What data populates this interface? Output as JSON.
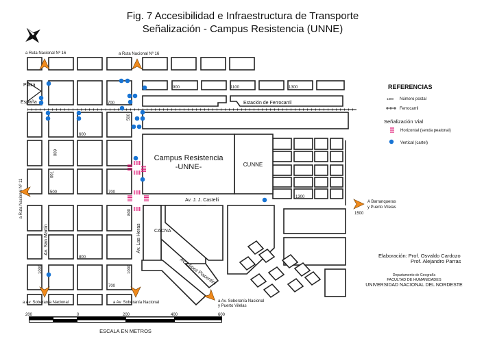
{
  "title": {
    "line1": "Fig. 7  Accesibilidad e Infraestructura de Transporte",
    "line2": "Señalización - Campus Resistencia (UNNE)"
  },
  "map": {
    "places": {
      "campus_line1": "Campus Resistencia",
      "campus_line2": "-UNNE-",
      "cunne": "CUNNE",
      "cacna": "CACNA",
      "station": "Estación de Ferrocarril",
      "plaza_line1": "Plaza",
      "plaza_line2": "España"
    },
    "streets": {
      "castelli": "Av. J. J. Castelli",
      "san_martin": "Av. San Martín",
      "las_heras": "Av. Las Heras",
      "lopez_piacentini": "Av. López Piacentini"
    },
    "destinations": {
      "ruta16_a": "a Ruta Nacional Nº 16",
      "ruta16_b": "a Ruta Nacional Nº 16",
      "ruta11": "a Ruta Nacional Nº 11",
      "soberania_a": "a Av. Soberanía Nacional",
      "soberania_b": "a Av. Soberanía Nacional",
      "soberania_c1": "a Av. Soberanía Nacional",
      "soberania_c2": "y Puerto Vilelas",
      "barranqueras1": "A Barranqueras",
      "barranqueras2": "y Puerto Vilelas"
    },
    "postal_numbers": {
      "n900": "900",
      "n1100": "1100",
      "n1300": "1300",
      "n700a": "700",
      "n500a": "500",
      "n600a": "600",
      "n600b": "600",
      "n700b": "700",
      "n500b": "500",
      "n700c": "700",
      "n800a": "800",
      "n1300b": "1300",
      "n1500": "1500",
      "n800b": "800",
      "n1000a": "1000",
      "n1000b": "1000",
      "n700d": "700"
    }
  },
  "legend": {
    "title": "REFERENCIAS",
    "postal_sample": "1300",
    "postal_label": "Número postal",
    "rail_label": "Ferrocarril",
    "signage_title": "Señalización Vial",
    "horizontal_label": "Horizontal (senda peatonal)",
    "vertical_label": "Vertical (cartel)",
    "colors": {
      "horizontal": "#e0207a",
      "vertical": "#1874d4",
      "arrow": "#f08a1c"
    }
  },
  "credits": {
    "elaboracion1": "Elaboración: Prof. Osvaldo Cardozo",
    "elaboracion2": "Prof. Alejandro Parras",
    "dept": "Departamento de Geografía",
    "faculty": "FACULTAD DE HUMANIDADES",
    "university": "UNIVERSIDAD NACIONAL DEL NORDESTE"
  },
  "scale": {
    "ticks": [
      "200",
      "0",
      "200",
      "400",
      "600"
    ],
    "label": "ESCALA EN METROS"
  }
}
